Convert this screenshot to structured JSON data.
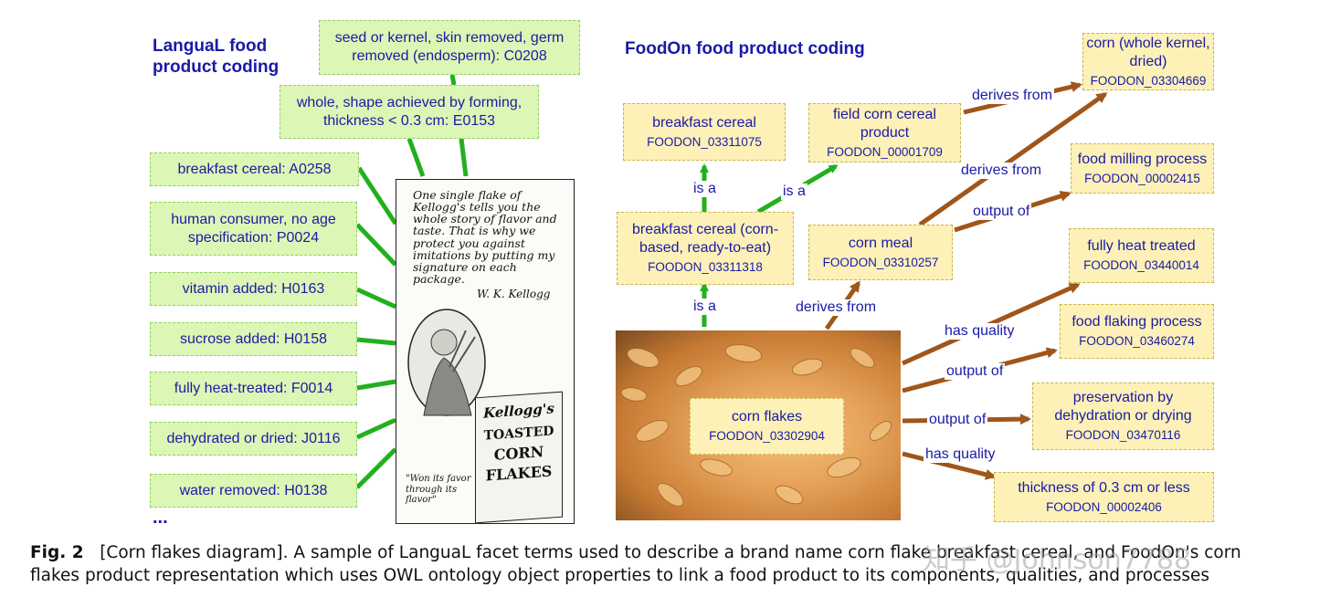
{
  "headings": {
    "langual": "LanguaL food\nproduct coding",
    "foodon": "FoodOn food product coding"
  },
  "langual_terms": [
    {
      "text": "seed or kernel, skin removed, germ removed (endosperm): C0208"
    },
    {
      "text": "whole, shape achieved by forming, thickness < 0.3 cm: E0153"
    },
    {
      "text": "breakfast cereal: A0258"
    },
    {
      "text": "human consumer, no age specification: P0024"
    },
    {
      "text": "vitamin added: H0163"
    },
    {
      "text": "sucrose added: H0158"
    },
    {
      "text": "fully heat-treated: F0014"
    },
    {
      "text": "dehydrated or dried: J0116"
    },
    {
      "text": "water removed: H0138"
    }
  ],
  "more_dots": "...",
  "foodon_nodes": {
    "corn_whole": {
      "label": "corn (whole kernel, dried)",
      "code": "FOODON_03304669"
    },
    "breakfast_cereal": {
      "label": "breakfast cereal",
      "code": "FOODON_03311075"
    },
    "field_corn": {
      "label": "field corn cereal product",
      "code": "FOODON_00001709"
    },
    "milling": {
      "label": "food milling process",
      "code": "FOODON_00002415"
    },
    "bc_corn": {
      "label": "breakfast cereal (corn-based, ready-to-eat)",
      "code": "FOODON_03311318"
    },
    "corn_meal": {
      "label": "corn meal",
      "code": "FOODON_03310257"
    },
    "heat_treated": {
      "label": "fully heat treated",
      "code": "FOODON_03440014"
    },
    "flaking": {
      "label": "food flaking process",
      "code": "FOODON_03460274"
    },
    "preservation": {
      "label": "preservation by dehydration or drying",
      "code": "FOODON_03470116"
    },
    "thickness": {
      "label": "thickness of 0.3 cm or less",
      "code": "FOODON_00002406"
    },
    "corn_flakes": {
      "label": "corn flakes",
      "code": "FOODON_03302904"
    }
  },
  "edge_labels": {
    "is_a_1": "is a",
    "is_a_2": "is a",
    "is_a_3": "is a",
    "derives_from_1": "derives from",
    "derives_from_2": "derives from",
    "derives_from_3": "derives from",
    "output_of_1": "output of",
    "output_of_2": "output of",
    "output_of_3": "output of",
    "has_quality_1": "has quality",
    "has_quality_2": "has quality"
  },
  "advertisement": {
    "script": "One single flake of Kellogg's tells you the whole story of flavor and taste. That is why we protect you against imitations by putting my signature on each package.",
    "signature": "W. K. Kellogg",
    "quote": "\"Won its favor through its flavor\"",
    "box_brand": "Kellogg's",
    "box_line1": "TOASTED",
    "box_line2": "CORN",
    "box_line3": "FLAKES"
  },
  "caption": {
    "fig": "Fig. 2",
    "line1": "[Corn flakes diagram]. A sample of LanguaL facet terms used to describe a brand name corn flake breakfast cereal, and FoodOn's corn",
    "line2": "flakes product representation which uses OWL ontology object properties to link a food product to its components, qualities, and processes"
  },
  "watermark": "知乎 @Johnson7788",
  "colors": {
    "text_blue": "#1a1aa6",
    "langual_fill": "#dcf7b5",
    "foodon_fill": "#fdf1b8",
    "green_arrow": "#22b01e",
    "brown_arrow": "#a0561a"
  }
}
